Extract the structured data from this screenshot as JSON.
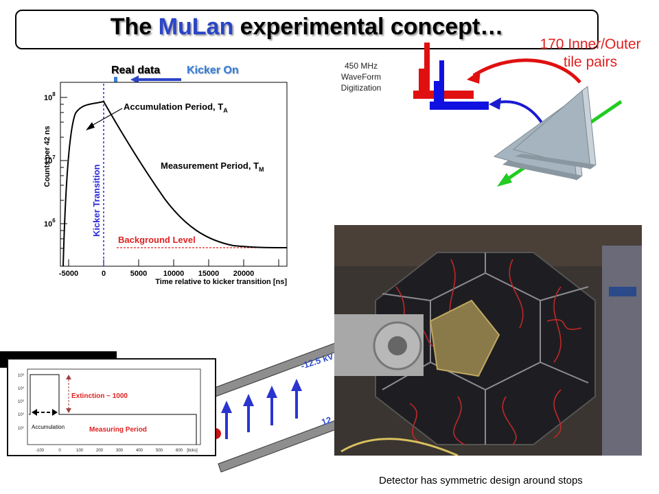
{
  "slide": {
    "title_prefix": "The ",
    "title_highlight": "MuLan",
    "title_suffix": " experimental concept…",
    "tile_label_line1": "170 Inner/Outer",
    "tile_label_line2": "tile pairs",
    "digitization_line1": "450 MHz",
    "digitization_line2": "WaveForm",
    "digitization_line3": "Digitization",
    "legend_real": "Real data",
    "legend_kicker": "Kicker On",
    "footer": "Detector has symmetric design around stops",
    "hv_top": "-12.5 kV",
    "hv_bottom": "12"
  },
  "main_plot": {
    "ylabel": "Counts per 42 ns",
    "xlabel": "Time relative to kicker transition [ns]",
    "x_ticks": [
      "-5000",
      "0",
      "5000",
      "10000",
      "15000",
      "20000"
    ],
    "y_ticks": [
      "10",
      "10",
      "10"
    ],
    "y_exp": [
      "8",
      "7",
      "6"
    ],
    "accumulation": "Accumulation Period, T",
    "accumulation_sub": "A",
    "measurement": "Measurement Period, T",
    "measurement_sub": "M",
    "kicker": "Kicker Transition",
    "background": "Background Level"
  },
  "inset_plot": {
    "extinction": "Extinction ~ 1000",
    "measuring": "Measuring Period",
    "accumulation": "Accumulation",
    "x_ticks": [
      "-100",
      "0",
      "100",
      "200",
      "300",
      "400",
      "500",
      "600"
    ],
    "x_unit": "[ticks]",
    "y_ticks": [
      "10",
      "10",
      "10",
      "10",
      "10"
    ],
    "y_exp": [
      "5",
      "4",
      "3",
      "2",
      "1"
    ]
  },
  "colors": {
    "title_highlight": "#2a45c8",
    "tile_label": "#e02020",
    "kicker_line": "#2a2ad8",
    "background_line": "#e02020",
    "detector_red": "#e01010",
    "detector_blue": "#1010e0",
    "arrow_green": "#22cc22",
    "arrow_blue": "#2a35d0"
  }
}
